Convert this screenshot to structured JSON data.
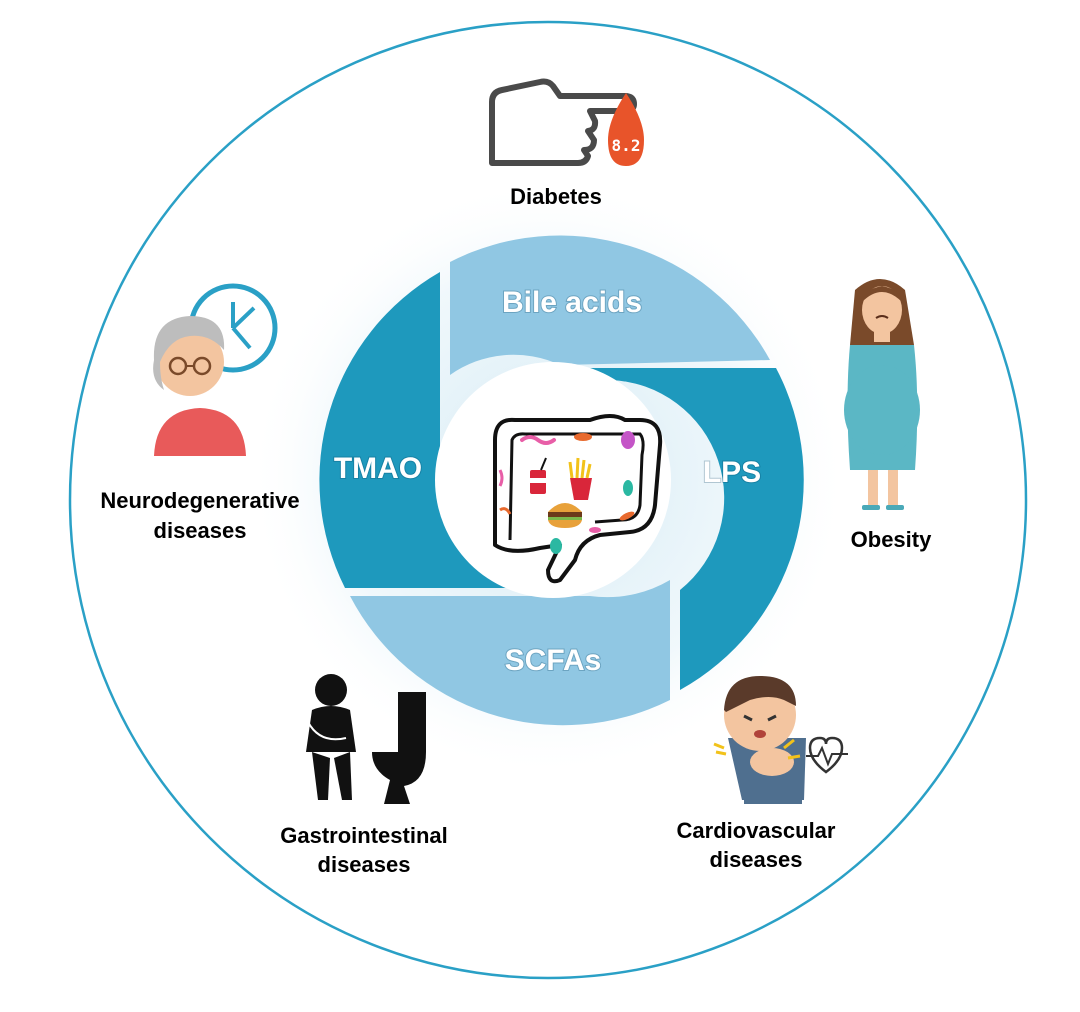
{
  "segments": {
    "bile_acids": "Bile acids",
    "lps": "LPS",
    "scfas": "SCFAs",
    "tmao": "TMAO"
  },
  "diseases": {
    "diabetes": "Diabetes",
    "obesity": "Obesity",
    "cardiovascular": [
      "Cardiovascular",
      "diseases"
    ],
    "gastrointestinal": [
      "Gastrointestinal",
      "diseases"
    ],
    "neurodegenerative": [
      "Neurodegenerative",
      "diseases"
    ]
  },
  "glucose_reading": "8.2",
  "icons": [
    "finger-glucose-icon",
    "obese-woman-icon",
    "chest-pain-boy-icon",
    "heartbeat-icon",
    "stomach-ache-person-icon",
    "toilet-icon",
    "elderly-woman-icon",
    "clock-icon",
    "gut-icon",
    "bacteria-icon",
    "fast-food-icon"
  ],
  "colors": {
    "dark_segment": "#1e99bd",
    "light_segment": "#90c7e3",
    "outer_ring": "#2aa0c6",
    "droplet": "#e8542a"
  }
}
